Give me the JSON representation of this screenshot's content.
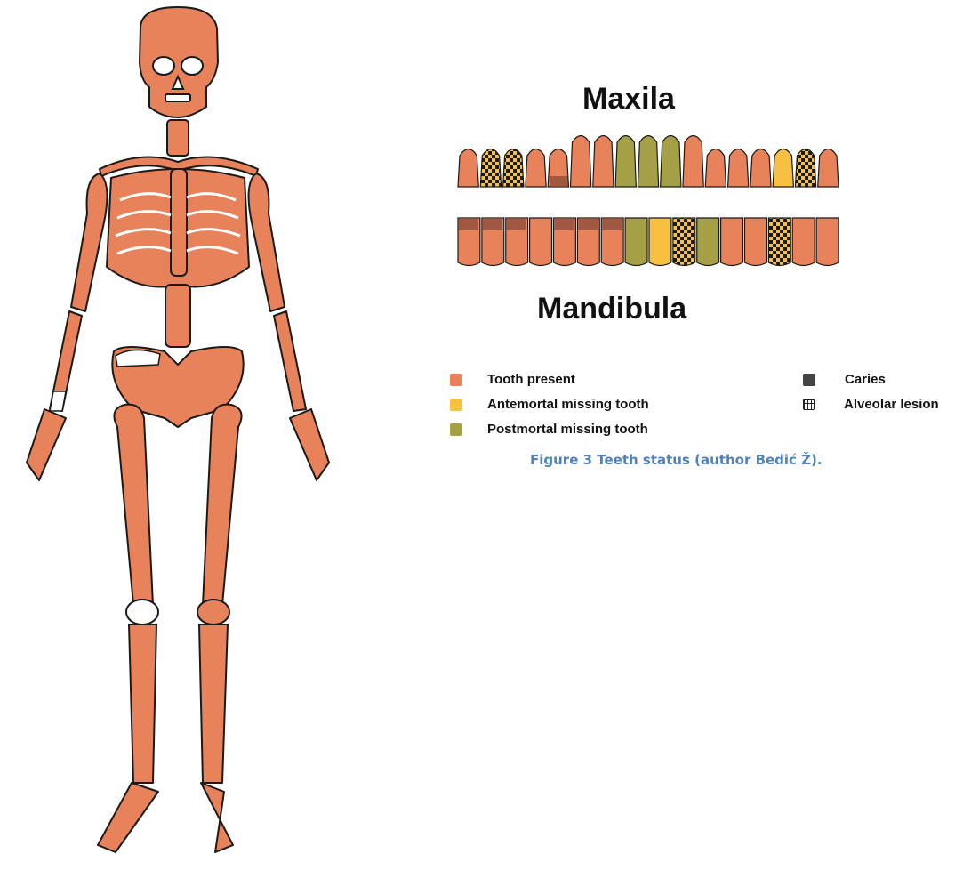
{
  "colors": {
    "present": "#e8825a",
    "antemortal": "#f7c040",
    "postmortal": "#a5a046",
    "caries": "#444444",
    "lesion_bg": "#ffffff",
    "caption": "#4f81bd"
  },
  "maxila_title": "Maxila",
  "mandibula_title": "Mandibula",
  "legend": {
    "present": "Tooth present",
    "antemortal": "Antemortal missing tooth",
    "postmortal": "Postmortal missing tooth",
    "caries": "Caries",
    "lesion": "Alveolar lesion"
  },
  "caption": "Figure 3 Teeth status (author Bedić Ž).",
  "teeth": {
    "upper": [
      {
        "status": "present"
      },
      {
        "status": "antemortal",
        "lesion": true
      },
      {
        "status": "antemortal",
        "lesion": true
      },
      {
        "status": "present"
      },
      {
        "status": "present",
        "caries": true
      },
      {
        "status": "present"
      },
      {
        "status": "present"
      },
      {
        "status": "postmortal"
      },
      {
        "status": "postmortal"
      },
      {
        "status": "postmortal"
      },
      {
        "status": "present"
      },
      {
        "status": "present"
      },
      {
        "status": "present"
      },
      {
        "status": "present"
      },
      {
        "status": "antemortal"
      },
      {
        "status": "present",
        "lesion": true
      },
      {
        "status": "present"
      }
    ],
    "lower": [
      {
        "status": "present",
        "caries": true
      },
      {
        "status": "present",
        "caries": true
      },
      {
        "status": "present",
        "caries": true
      },
      {
        "status": "present"
      },
      {
        "status": "present",
        "caries": true
      },
      {
        "status": "present",
        "caries": true
      },
      {
        "status": "present",
        "caries": true
      },
      {
        "status": "postmortal"
      },
      {
        "status": "antemortal"
      },
      {
        "status": "antemortal",
        "lesion": true
      },
      {
        "status": "postmortal"
      },
      {
        "status": "present"
      },
      {
        "status": "present"
      },
      {
        "status": "antemortal",
        "lesion": true
      },
      {
        "status": "present"
      },
      {
        "status": "present"
      }
    ]
  }
}
